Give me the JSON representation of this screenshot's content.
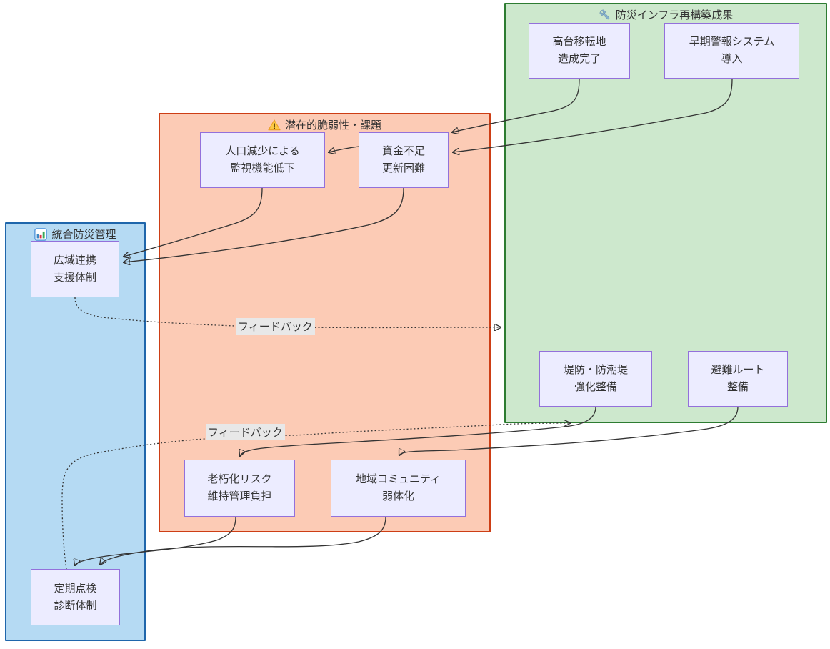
{
  "groups": [
    {
      "id": "infra",
      "title": "防災インフラ再構築成果",
      "icon": "wrench-icon",
      "fill": "#cde8cd",
      "stroke": "#2d7c31"
    },
    {
      "id": "vulnerability",
      "title": "潜在的脆弱性・課題",
      "icon": "warning-icon",
      "fill": "#fccbb5",
      "stroke": "#cd3e15"
    },
    {
      "id": "management",
      "title": "統合防災管理",
      "icon": "bar-chart-icon",
      "fill": "#b5daf3",
      "stroke": "#1f66ab"
    }
  ],
  "nodes": {
    "takadai": {
      "line1": "高台移転地",
      "line2": "造成完了"
    },
    "soukei": {
      "line1": "早期警報システム",
      "line2": "導入"
    },
    "jinkou": {
      "line1": "人口減少による",
      "line2": "監視機能低下"
    },
    "shikin": {
      "line1": "資金不足",
      "line2": "更新困難"
    },
    "kouiki": {
      "line1": "広域連携",
      "line2": "支援体制"
    },
    "teibou": {
      "line1": "堤防・防潮堤",
      "line2": "強化整備"
    },
    "hinan": {
      "line1": "避難ルート",
      "line2": "整備"
    },
    "roukyuu": {
      "line1": "老朽化リスク",
      "line2": "維持管理負担"
    },
    "chiiki": {
      "line1": "地域コミュニティ",
      "line2": "弱体化"
    },
    "teiki": {
      "line1": "定期点検",
      "line2": "診断体制"
    }
  },
  "edge_labels": {
    "feedback_upper": "フィードバック",
    "feedback_lower": "フィードバック"
  },
  "colors": {
    "node_fill": "#ececff",
    "node_stroke": "#9370db",
    "edge_stroke": "#333333",
    "edge_label_bg": "#e8e8e8",
    "green_fill": "#cde8cd",
    "green_stroke": "#2d7c31",
    "orange_fill": "#fccbb5",
    "orange_stroke": "#cd3e15",
    "blue_fill": "#b5daf3",
    "blue_stroke": "#1f66ab"
  }
}
